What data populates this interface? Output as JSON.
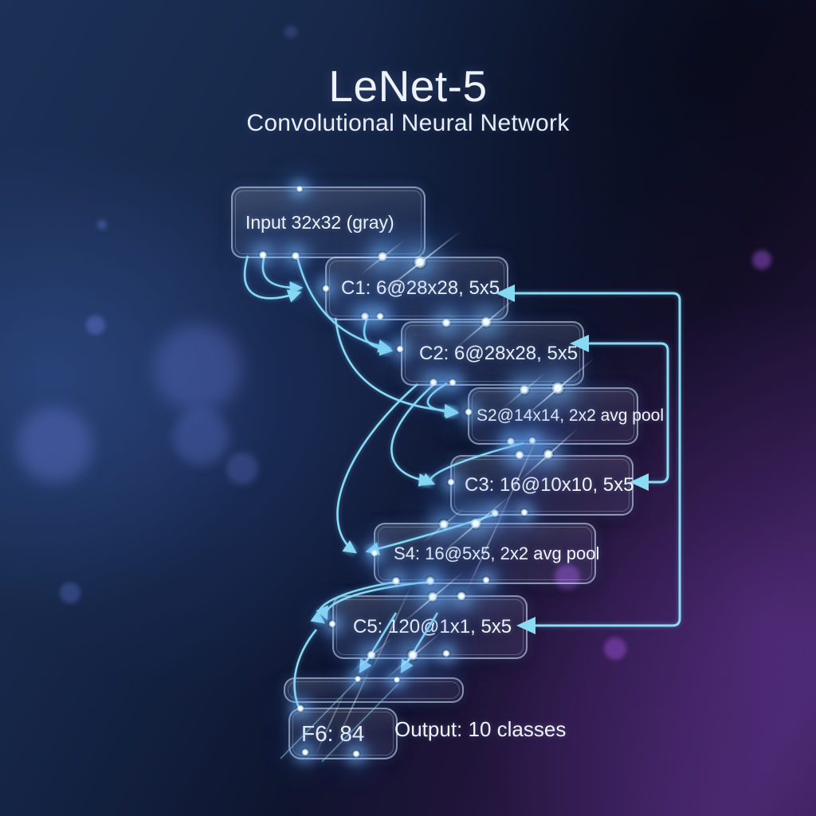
{
  "title": "LeNet-5",
  "subtitle": "Convolutional Neural Network",
  "layers": [
    {
      "id": "input",
      "label": "Input 32x32 (gray)"
    },
    {
      "id": "c1",
      "label": "C1: 6@28x28, 5x5"
    },
    {
      "id": "c2",
      "label": "C2: 6@28x28, 5x5"
    },
    {
      "id": "s2",
      "label": "S2@14x14, 2x2 avg pool"
    },
    {
      "id": "c3",
      "label": "C3: 16@10x10, 5x5"
    },
    {
      "id": "s4",
      "label": "S4: 16@5x5, 2x2 avg pool"
    },
    {
      "id": "c5",
      "label": "C5: 120@1x1, 5x5"
    },
    {
      "id": "f6",
      "label": "F6: 84"
    }
  ],
  "output_label": "Output: 10 classes",
  "colors": {
    "arrow": "#8adcf2",
    "background_navy": "#16294e",
    "background_purple": "#33204e",
    "text": "#f3f6fd"
  }
}
